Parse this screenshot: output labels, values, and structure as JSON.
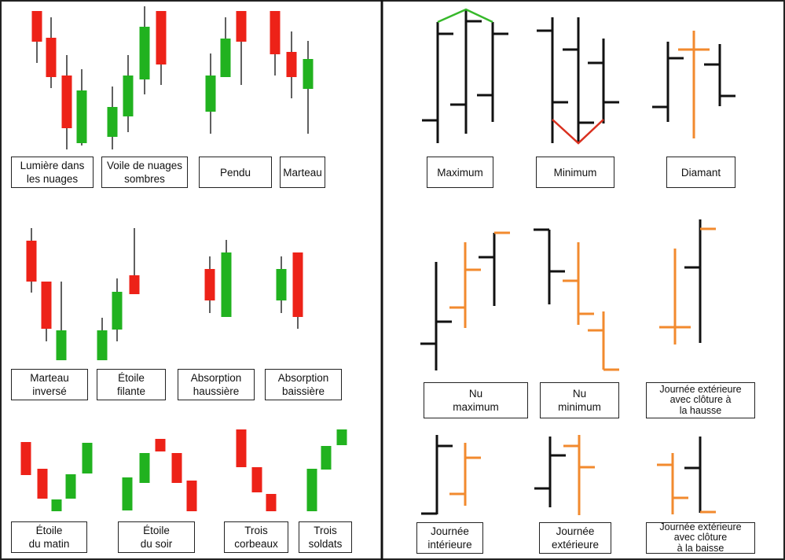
{
  "colors": {
    "bull": "#21b21f",
    "bear": "#ed2218",
    "line": "#111111",
    "accent": "#f28a2e",
    "peak": "#36b82a",
    "trough": "#d9301f"
  },
  "candlestick_patterns": [
    {
      "id": "dark-cloud-piercing",
      "label": "Lumière dans\nles nuages"
    },
    {
      "id": "dark-cloud-cover",
      "label": "Voile de nuages\nsombres"
    },
    {
      "id": "hanging-man",
      "label": "Pendu"
    },
    {
      "id": "hammer",
      "label": "Marteau"
    },
    {
      "id": "inverted-hammer",
      "label": "Marteau\ninversé"
    },
    {
      "id": "shooting-star",
      "label": "Étoile\nfilante"
    },
    {
      "id": "bullish-engulfing",
      "label": "Absorption\nhaussière"
    },
    {
      "id": "bearish-engulfing",
      "label": "Absorption\nbaissière"
    },
    {
      "id": "morning-star",
      "label": "Étoile\ndu matin"
    },
    {
      "id": "evening-star",
      "label": "Étoile\ndu soir"
    },
    {
      "id": "three-crows",
      "label": "Trois\ncorbeaux"
    },
    {
      "id": "three-soldiers",
      "label": "Trois\nsoldats"
    }
  ],
  "bar_patterns": [
    {
      "id": "maximum",
      "label": "Maximum"
    },
    {
      "id": "minimum",
      "label": "Minimum"
    },
    {
      "id": "diamond",
      "label": "Diamant"
    },
    {
      "id": "naked-maximum",
      "label": "Nu\nmaximum"
    },
    {
      "id": "naked-minimum",
      "label": "Nu\nminimum"
    },
    {
      "id": "outside-day-up",
      "label": "Journée extérieure\navec clôture à\nla hausse"
    },
    {
      "id": "inside-day",
      "label": "Journée\nintérieure"
    },
    {
      "id": "outside-day",
      "label": "Journée\nextérieure"
    },
    {
      "id": "outside-day-down",
      "label": "Journée extérieure\navec clôture\nà la baisse"
    }
  ]
}
